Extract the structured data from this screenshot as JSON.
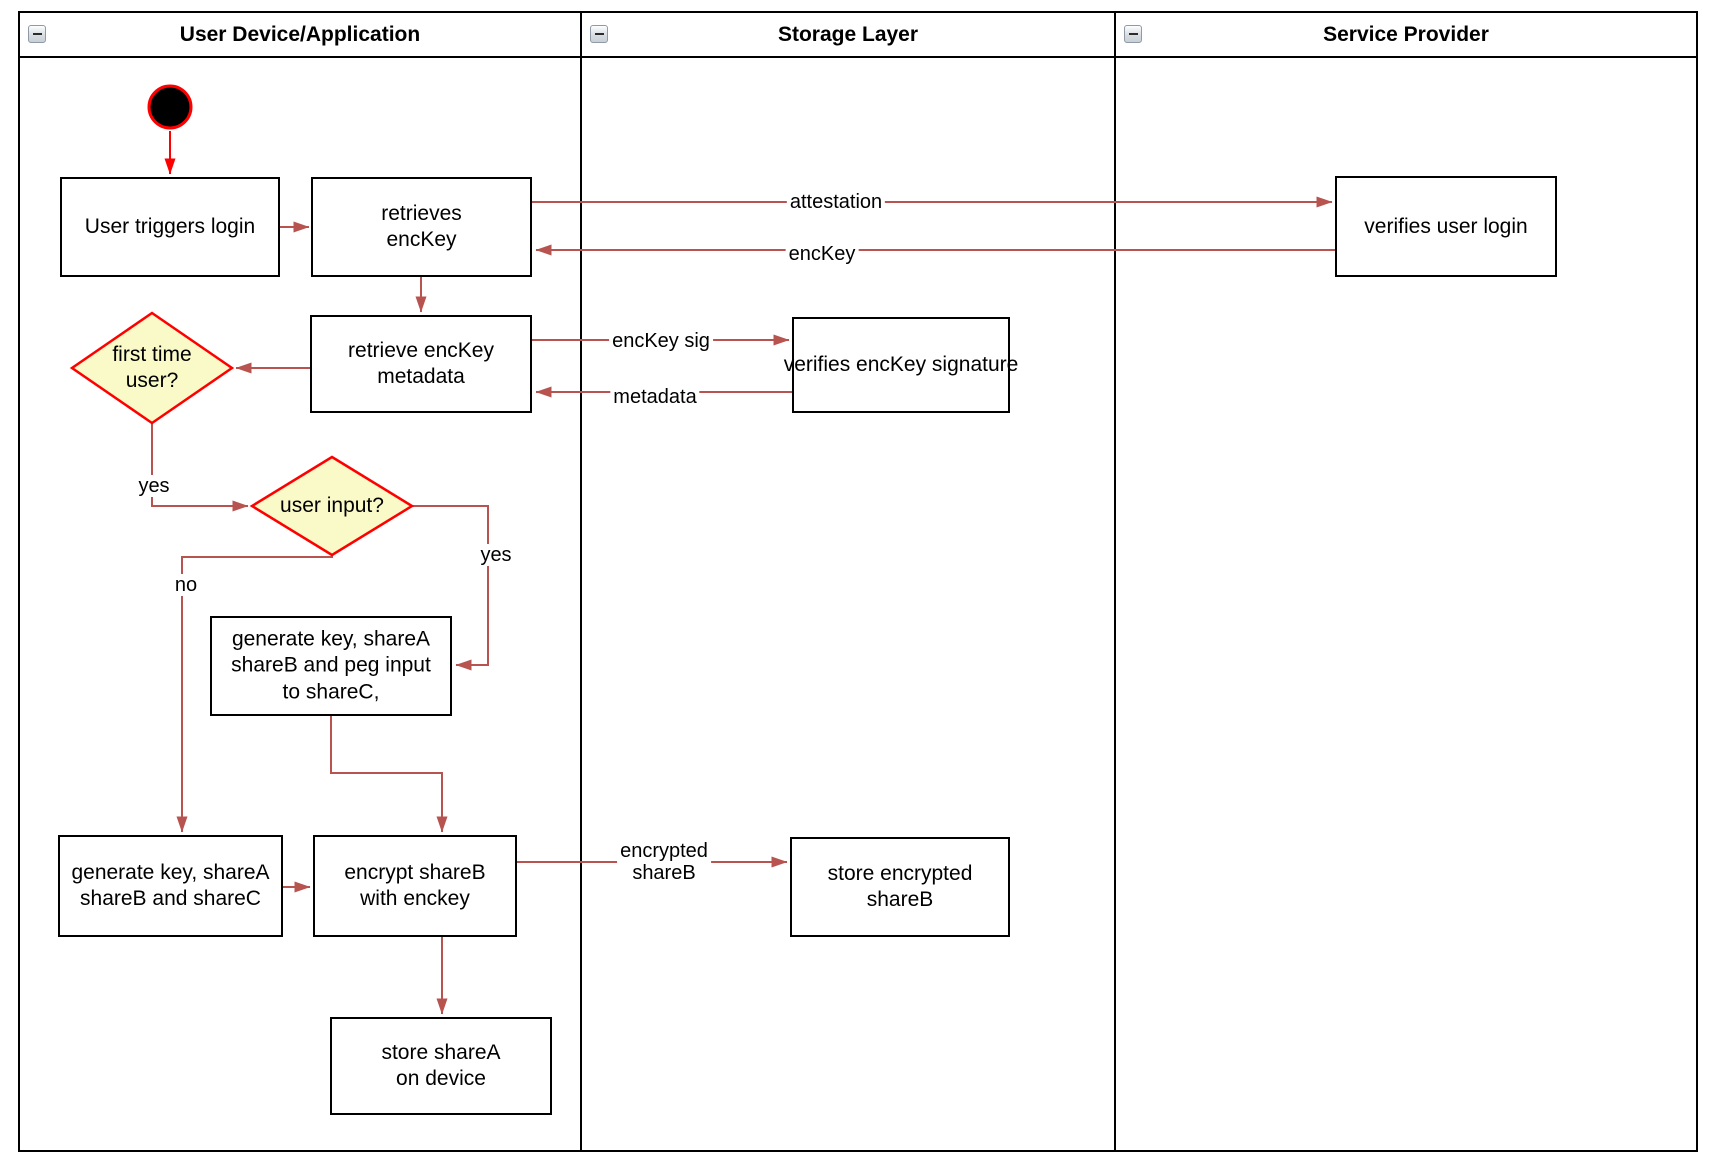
{
  "lanes": [
    {
      "title": "User Device/Application",
      "collapse_icon": "minus"
    },
    {
      "title": "Storage Layer",
      "collapse_icon": "minus"
    },
    {
      "title": "Service Provider",
      "collapse_icon": "minus"
    }
  ],
  "nodes": {
    "start": {
      "type": "initial-node"
    },
    "user_triggers_login": {
      "label": "User triggers login"
    },
    "retrieves_enckey": {
      "label": "retrieves\nencKey"
    },
    "verifies_user_login": {
      "label": "verifies user login"
    },
    "retrieve_enckey_metadata": {
      "label": "retrieve encKey\nmetadata"
    },
    "verifies_enckey_signature": {
      "label": "verifies encKey signature"
    },
    "first_time_user": {
      "label": "first time\nuser?",
      "type": "decision"
    },
    "user_input": {
      "label": "user input?",
      "type": "decision"
    },
    "generate_key_peg_input": {
      "label": "generate key, shareA\nshareB and peg input\nto shareC,"
    },
    "generate_key_sharec": {
      "label": "generate key, shareA\nshareB and shareC"
    },
    "encrypt_shareb": {
      "label": "encrypt shareB\nwith enckey"
    },
    "store_encrypted_shareb": {
      "label": "store encrypted\nshareB"
    },
    "store_sharea": {
      "label": "store shareA\non device"
    }
  },
  "edge_labels": {
    "attestation": "attestation",
    "enckey": "encKey",
    "enckey_sig": "encKey sig",
    "metadata": "metadata",
    "first_time_yes": "yes",
    "user_input_no": "no",
    "user_input_yes": "yes",
    "encrypted_shareb": "encrypted\nshareB"
  },
  "colors": {
    "flow_arrow": "#B85450",
    "start_arrow": "#FF0000",
    "decision_fill": "#FAF9C8",
    "decision_stroke": "#FF0000",
    "node_border": "#000000",
    "lane_border": "#000000"
  }
}
